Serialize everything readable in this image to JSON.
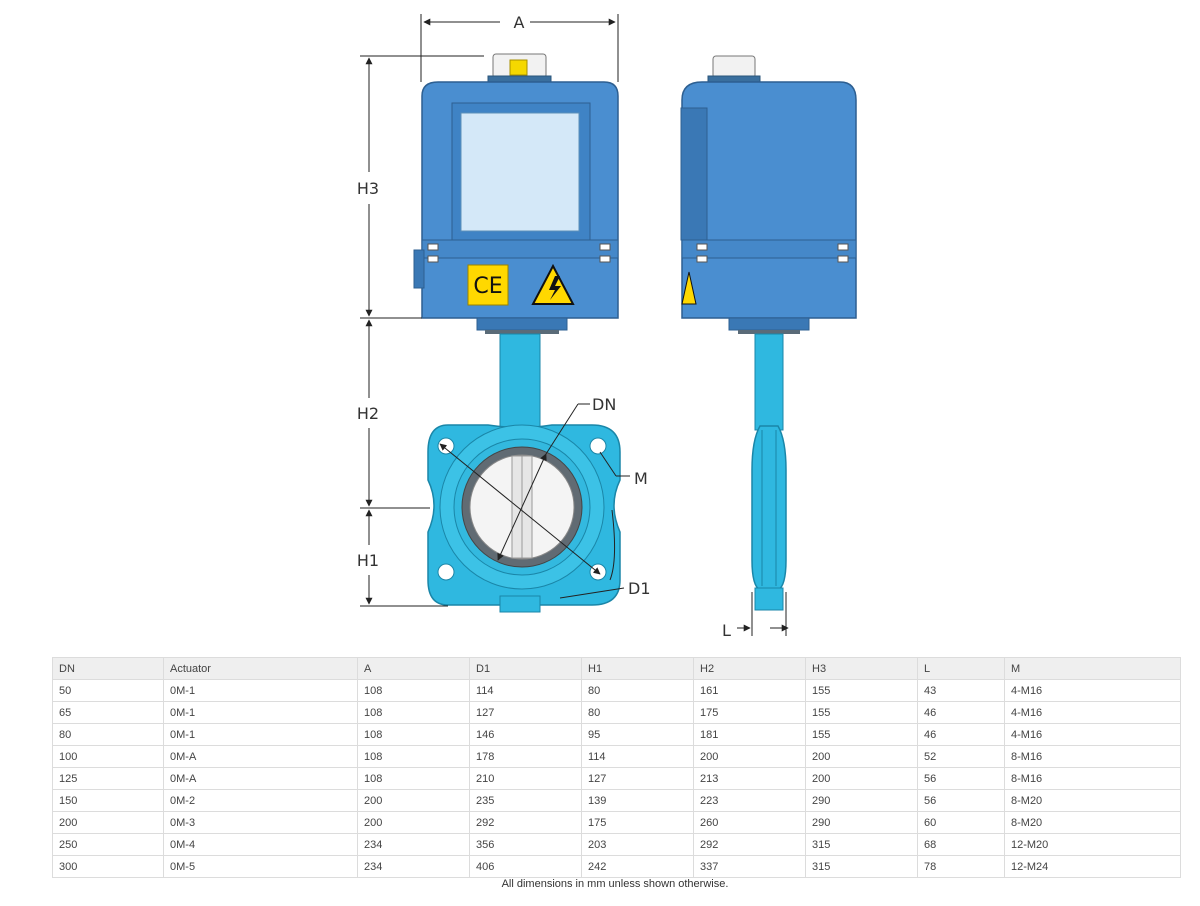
{
  "drawing": {
    "labels": {
      "A": "A",
      "H3": "H3",
      "H2": "H2",
      "H1": "H1",
      "DN": "DN",
      "M": "M",
      "D1": "D1",
      "L": "L",
      "ce_mark": "CE"
    },
    "colors": {
      "actuator_blue": "#4a8ed0",
      "valve_cyan": "#2fb8e0",
      "window": "#d4e8f8",
      "warning_yellow": "#ffd800"
    }
  },
  "table": {
    "headers": [
      "DN",
      "Actuator",
      "A",
      "D1",
      "H1",
      "H2",
      "H3",
      "L",
      "M"
    ],
    "rows": [
      [
        "50",
        "0M-1",
        "108",
        "114",
        "80",
        "161",
        "155",
        "43",
        "4-M16"
      ],
      [
        "65",
        "0M-1",
        "108",
        "127",
        "80",
        "175",
        "155",
        "46",
        "4-M16"
      ],
      [
        "80",
        "0M-1",
        "108",
        "146",
        "95",
        "181",
        "155",
        "46",
        "4-M16"
      ],
      [
        "100",
        "0M-A",
        "108",
        "178",
        "114",
        "200",
        "200",
        "52",
        "8-M16"
      ],
      [
        "125",
        "0M-A",
        "108",
        "210",
        "127",
        "213",
        "200",
        "56",
        "8-M16"
      ],
      [
        "150",
        "0M-2",
        "200",
        "235",
        "139",
        "223",
        "290",
        "56",
        "8-M20"
      ],
      [
        "200",
        "0M-3",
        "200",
        "292",
        "175",
        "260",
        "290",
        "60",
        "8-M20"
      ],
      [
        "250",
        "0M-4",
        "234",
        "356",
        "203",
        "292",
        "315",
        "68",
        "12-M20"
      ],
      [
        "300",
        "0M-5",
        "234",
        "406",
        "242",
        "337",
        "315",
        "78",
        "12-M24"
      ]
    ]
  },
  "note": "All dimensions in mm unless shown otherwise."
}
